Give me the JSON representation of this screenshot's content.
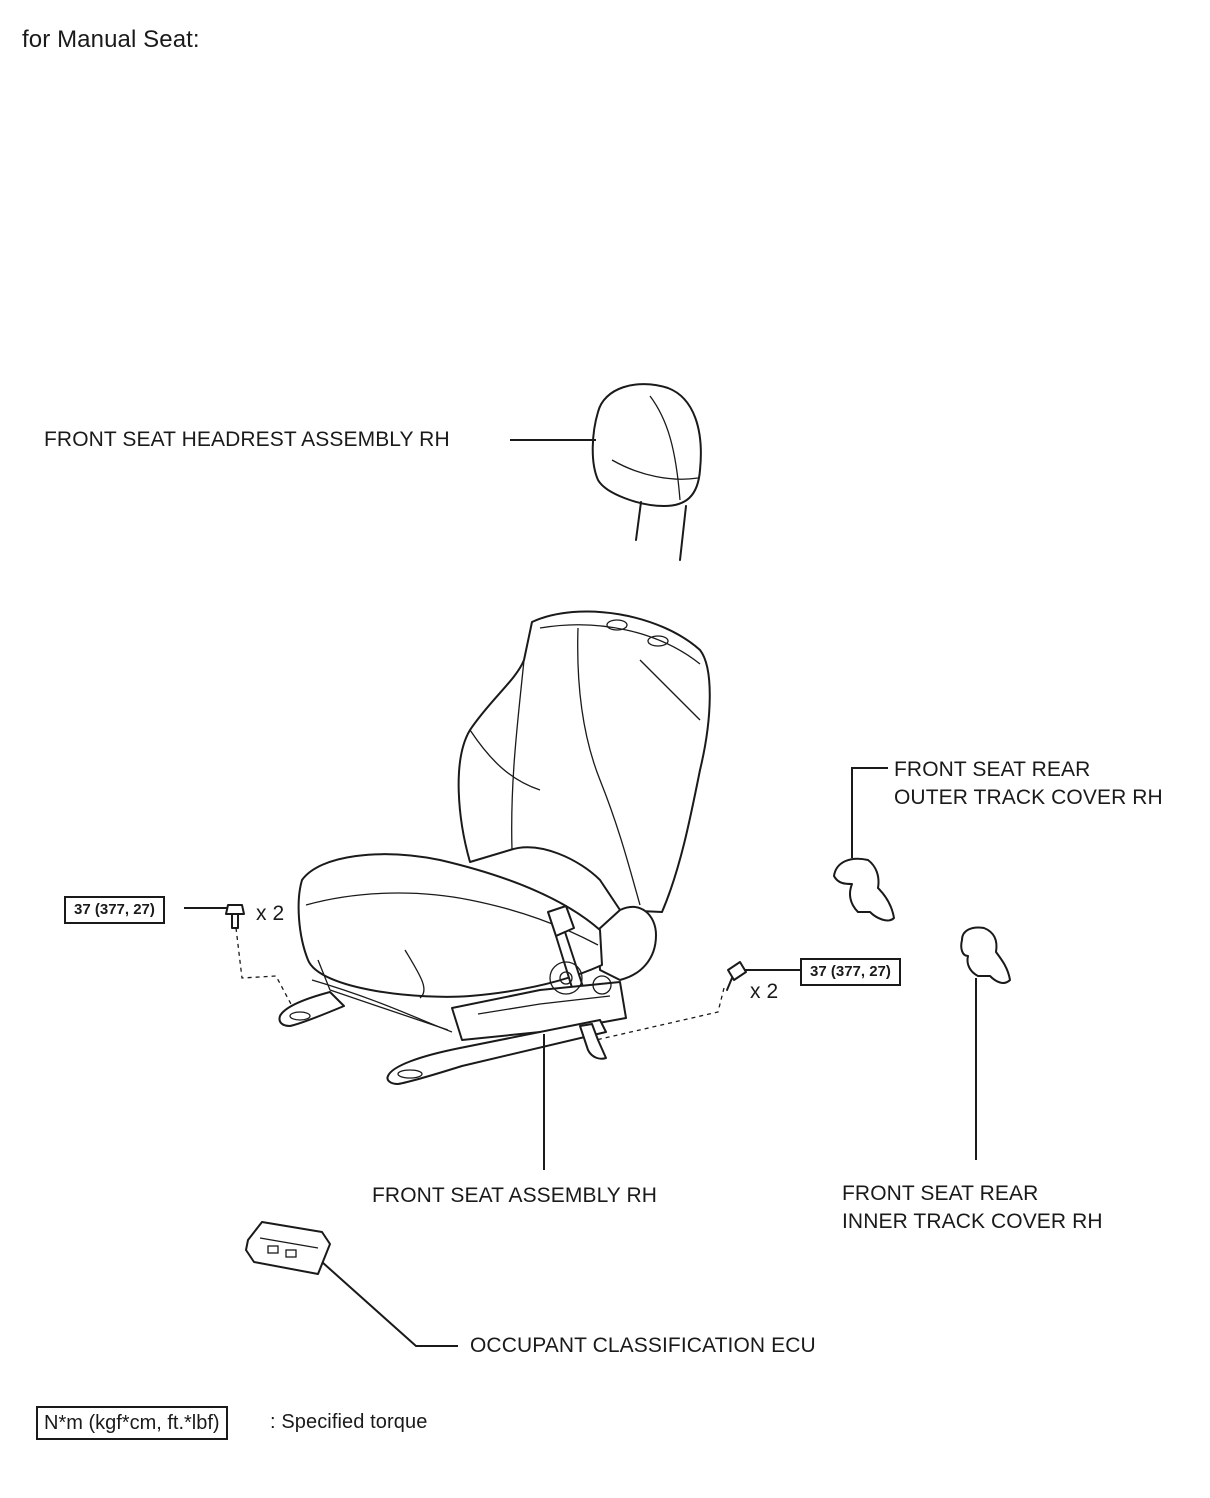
{
  "title": "for Manual Seat:",
  "parts": {
    "headrest": "FRONT SEAT HEADREST ASSEMBLY RH",
    "outer_cover_line1": "FRONT SEAT REAR",
    "outer_cover_line2": "OUTER TRACK COVER RH",
    "seat_assembly": "FRONT SEAT ASSEMBLY RH",
    "inner_cover_line1": "FRONT SEAT REAR",
    "inner_cover_line2": "INNER TRACK COVER RH",
    "ecu": "OCCUPANT CLASSIFICATION ECU"
  },
  "torque": {
    "left": "37 (377, 27)",
    "right": "37 (377, 27)",
    "left_qty": "x 2",
    "right_qty": "x 2"
  },
  "legend": {
    "unit": "N*m (kgf*cm, ft.*lbf)",
    "description": ": Specified torque"
  }
}
